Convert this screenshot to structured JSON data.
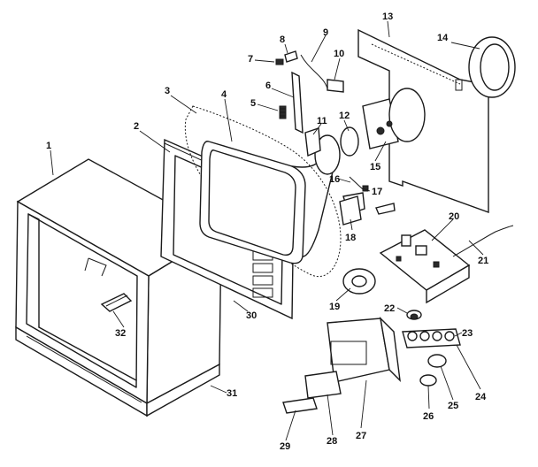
{
  "diagram": {
    "callouts": [
      "1",
      "2",
      "3",
      "4",
      "5",
      "6",
      "7",
      "8",
      "9",
      "10",
      "11",
      "12",
      "13",
      "14",
      "15",
      "16",
      "17",
      "18",
      "19",
      "20",
      "21",
      "22",
      "23",
      "24",
      "25",
      "26",
      "27",
      "28",
      "29",
      "30",
      "31",
      "32"
    ]
  }
}
